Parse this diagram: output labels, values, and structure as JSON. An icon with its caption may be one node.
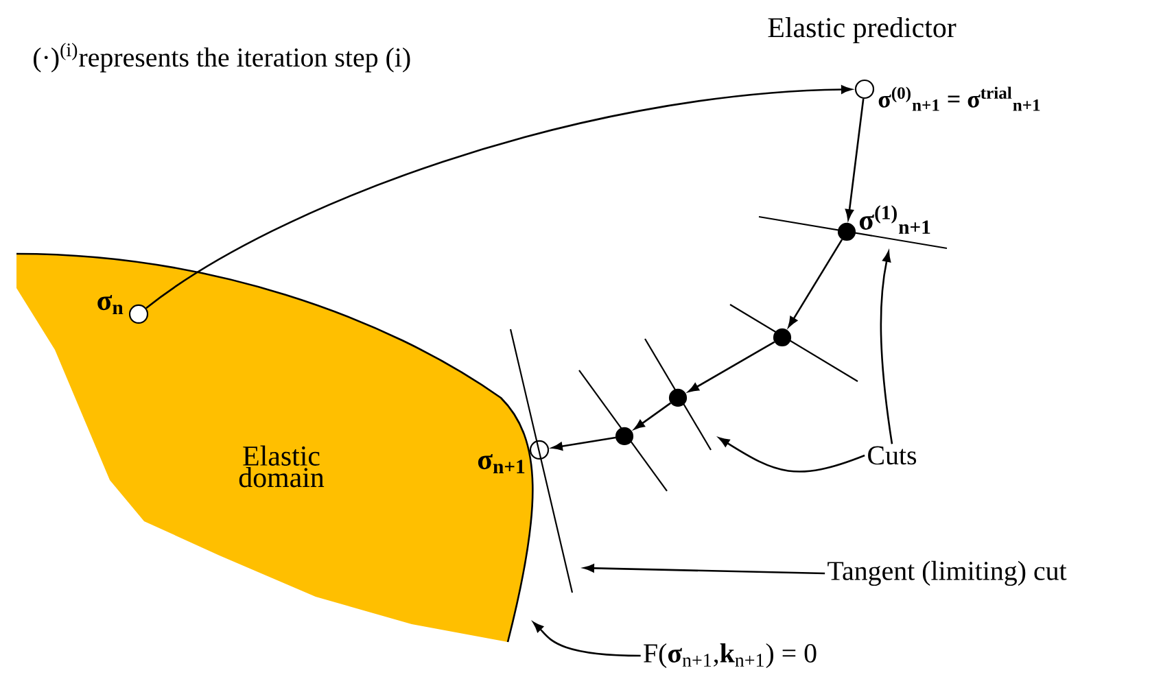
{
  "diagram": {
    "nodes": [
      {
        "text": [
          "Elastic domain"
        ]
      },
      {
        "text": [],
        "shape": "circle",
        "beside": [
          "σ$_{n}$"
        ],
        "in": 0
      },
      {
        "text": [],
        "shape": "circle",
        "beside": [
          "Elastic predictor",
          "σ$^{(0)}$$_{n+1}$ = σ$^{trial}$$_{n+1}$"
        ]
      },
      {
        "text": [],
        "shape": "circle",
        "beside": [
          "σ$^{(1)}$$_{n+1}$"
        ]
      },
      {
        "text": [],
        "shape": "circle"
      },
      {
        "text": [],
        "shape": "circle"
      },
      {
        "text": [],
        "shape": "circle"
      },
      {
        "text": [],
        "shape": "circle",
        "beside": [
          "σ$_{n+1}$"
        ]
      },
      {
        "text": [
          "Cuts"
        ]
      },
      {
        "text": [
          "Tangent (limiting) cut"
        ]
      },
      {
        "text": [
          "F(**σ**$_{n+1}$,**k**$_{n+1}$) = 0"
        ]
      }
    ],
    "edges": [
      {
        "from": 1,
        "to": 2,
        "arrow": "to"
      },
      {
        "from": 2,
        "to": 3,
        "arrow": "to"
      },
      {
        "from": 3,
        "to": 4,
        "arrow": "to"
      },
      {
        "from": 4,
        "to": 5,
        "arrow": "to"
      },
      {
        "from": 5,
        "to": 6,
        "arrow": "to"
      },
      {
        "from": 6,
        "to": 7,
        "arrow": "to"
      },
      {
        "from": 8,
        "to": null,
        "arrow": "to"
      },
      {
        "from": 8,
        "to": null,
        "arrow": "to"
      },
      {
        "from": 9,
        "to": null,
        "arrow": "to"
      },
      {
        "from": 10,
        "to": null,
        "arrow": "to"
      }
    ],
    "labels": [
      "(·)$^{(i)}$represents the iteration step (i)"
    ]
  }
}
